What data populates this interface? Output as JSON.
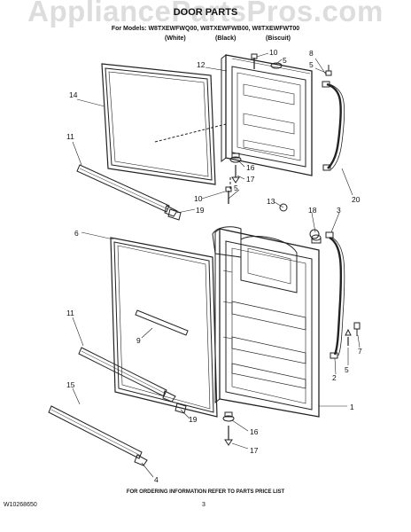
{
  "watermark": "AppliancePartsPros.com",
  "header": {
    "title": "DOOR PARTS",
    "models": "For Models: W8TXEWFWQ00, W8TXEWFWB00, W8TXEWFWT00",
    "colors": [
      "(White)",
      "(Black)",
      "(Biscuit)"
    ]
  },
  "callouts": {
    "c14": "14",
    "c11a": "11",
    "c19a": "19",
    "c12": "12",
    "c10a": "10",
    "c5a": "5",
    "c8": "8",
    "c5b": "5",
    "c16a": "16",
    "c17a": "17",
    "c20": "20",
    "c10b": "10",
    "c5c": "5",
    "c13": "13",
    "c18": "18",
    "c3": "3",
    "c6": "6",
    "c9": "9",
    "c11b": "11",
    "c15": "15",
    "c19b": "19",
    "c4": "4",
    "c1": "1",
    "c2": "2",
    "c5d": "5",
    "c7": "7",
    "c16b": "16",
    "c17b": "17"
  },
  "footer": {
    "ordering": "FOR ORDERING INFORMATION REFER TO PARTS PRICE LIST",
    "doc_number": "W10268650",
    "page": "3"
  }
}
